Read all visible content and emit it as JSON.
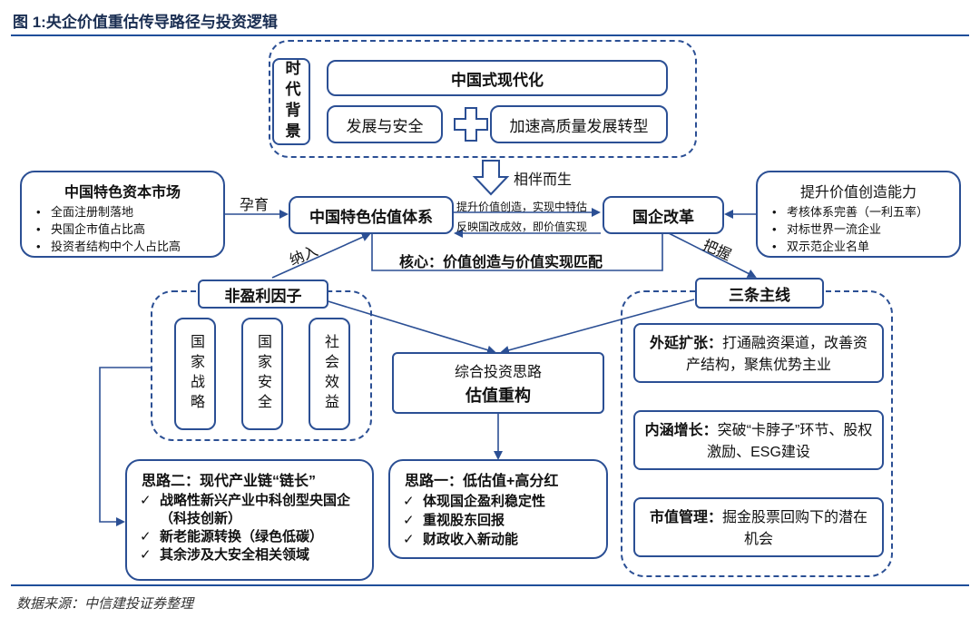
{
  "figure": {
    "title": "图 1:央企价值重估传导路径与投资逻辑",
    "source": "数据来源：中信建投证券整理"
  },
  "era": {
    "label": "时代背景",
    "modernization": "中国式现代化",
    "development": "发展与安全",
    "transformation": "加速高质量发展转型"
  },
  "accompany": "相伴而生",
  "market": {
    "title": "中国特色资本市场",
    "items": [
      "全面注册制落地",
      "央国企市值占比高",
      "投资者结构中个人占比高"
    ]
  },
  "nurture": "孕育",
  "valuation_system": "中国特色估值体系",
  "mid_text": {
    "line1": "提升价值创造，实现中特估",
    "line2": "反映国改成效，即价值实现"
  },
  "soe_reform": "国企改革",
  "ability": {
    "title": "提升价值创造能力",
    "items": [
      "考核体系完善（一利五率）",
      "对标世界一流企业",
      "双示范企业名单"
    ]
  },
  "core": "核心：价值创造与价值实现匹配",
  "include": "纳入",
  "grasp": "把握",
  "non_profit": {
    "title": "非盈利因子",
    "items": [
      "国家战略",
      "国家安全",
      "社会效益"
    ]
  },
  "three_lines": {
    "title": "三条主线",
    "expansion": {
      "head": "外延扩张：",
      "body": "打通融资渠道，改善资产结构，聚焦优势主业"
    },
    "internal": {
      "head": "内涵增长：",
      "body": "突破“卡脖子”环节、股权激励、ESG建设"
    },
    "market_cap": {
      "head": "市值管理：",
      "body": "掘金股票回购下的潜在机会"
    }
  },
  "strategy": {
    "line1": "综合投资思路",
    "line2": "估值重构"
  },
  "idea2": {
    "title": "思路二：现代产业链“链长”",
    "items": [
      "战略性新兴产业中科创型央国企（科技创新）",
      "新老能源转换（绿色低碳）",
      "其余涉及大安全相关领域"
    ]
  },
  "idea1": {
    "title": "思路一：低估值+高分红",
    "items": [
      "体现国企盈利稳定性",
      "重视股东回报",
      "财政收入新动能"
    ]
  }
}
